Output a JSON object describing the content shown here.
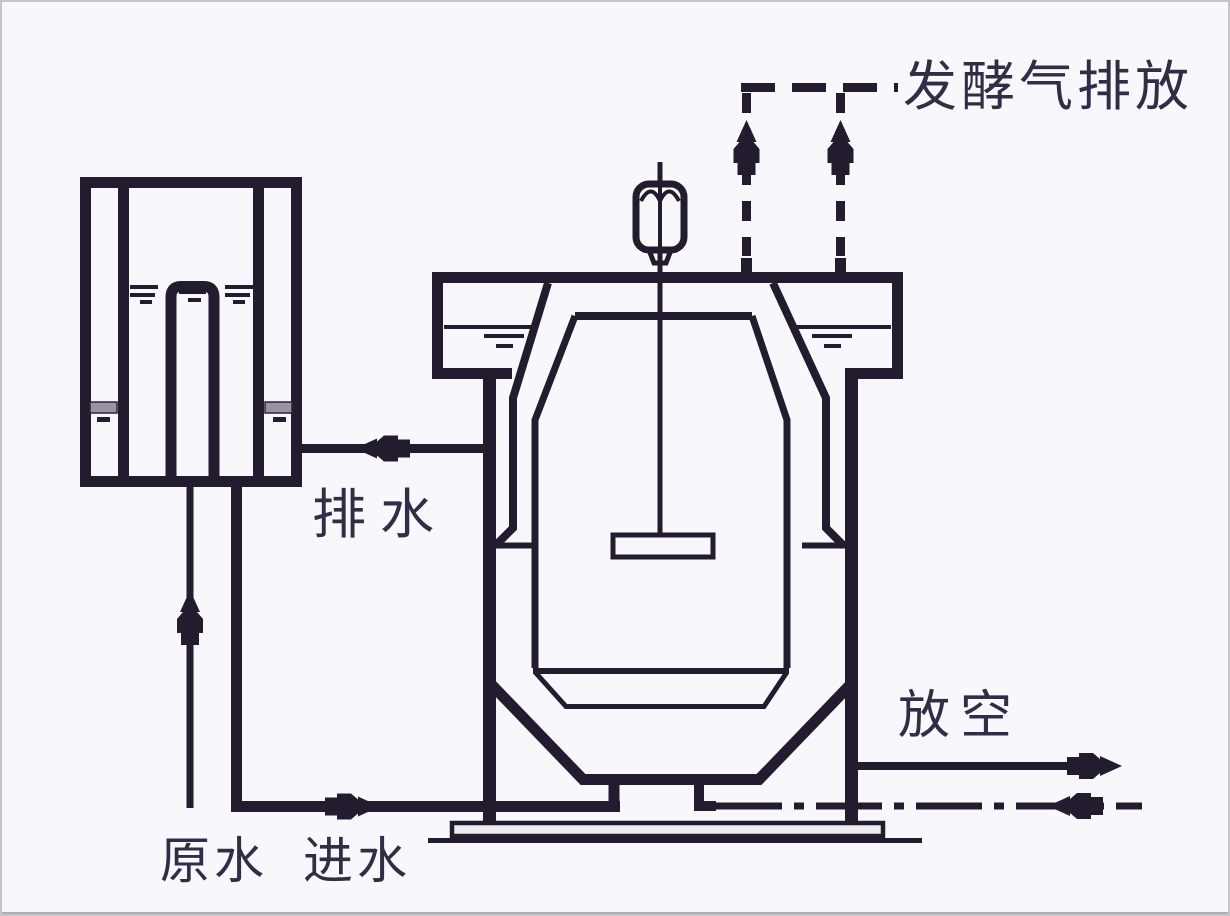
{
  "diagram_title": "anaerobic-digester-process-schematic",
  "labels": {
    "gas_discharge": "发酵气排放",
    "drain": "排水",
    "vent": "放空",
    "raw_water": "原水",
    "water_inlet": "进水"
  },
  "components": {
    "feed_tank": "water-seal feed tank with center riser tube",
    "digester": "fermentation tank with water-seal trough, inner bell and skirt",
    "agitator": "top motor with shaft and paddle impeller",
    "gas_lines": "two dashed gas risers with up arrows joining dashed header",
    "flow_arrows": [
      "raw-water-up",
      "inlet-right",
      "drain-left",
      "gas-up",
      "gas-up",
      "vent-right",
      "return-left"
    ]
  },
  "colors": {
    "line": "#221c2e",
    "background": "#f8f7fb",
    "label_text": "#332c45",
    "water_gray": "#9a94a2",
    "slab_fill": "#ecebf1",
    "frame": "#c6c5cb"
  }
}
